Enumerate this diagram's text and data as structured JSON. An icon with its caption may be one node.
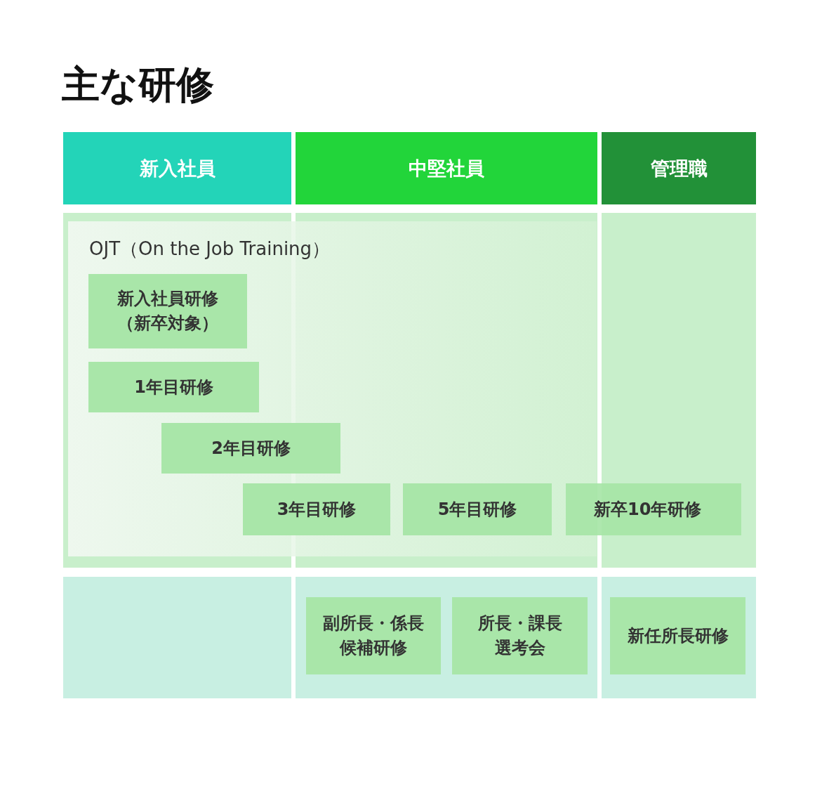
{
  "diagram": {
    "title": "主な研修",
    "nodes": [
      {
        "text": [
          "新入社員"
        ]
      },
      {
        "text": [
          "中堅社員"
        ]
      },
      {
        "text": [
          "管理職"
        ]
      },
      {
        "text": [
          "OJT（On the Job Training）"
        ]
      },
      {
        "text": [
          "新入社員研修（新卒対象）"
        ],
        "in": 3
      },
      {
        "text": [
          "1年目研修"
        ],
        "in": 3
      },
      {
        "text": [
          "2年目研修"
        ],
        "in": 3
      },
      {
        "text": [
          "3年目研修"
        ],
        "in": 3
      },
      {
        "text": [
          "5年目研修"
        ],
        "in": 3
      },
      {
        "text": [
          "新卒10年研修"
        ]
      },
      {
        "text": [],
        "shape": "box"
      },
      {
        "text": [],
        "shape": "box"
      },
      {
        "text": [
          "副所長・係長候補研修"
        ],
        "in": 11
      },
      {
        "text": [
          "所長・課長選考会"
        ],
        "in": 11
      },
      {
        "text": [],
        "shape": "box"
      },
      {
        "text": [
          "新任所長研修"
        ],
        "in": 14
      }
    ]
  }
}
